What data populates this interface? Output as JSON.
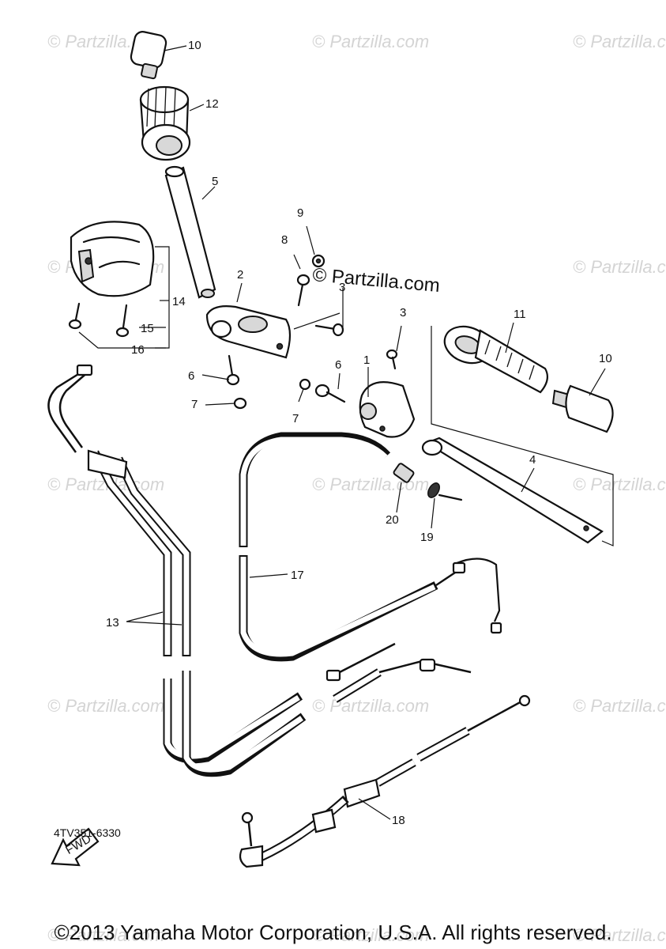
{
  "watermark": {
    "text": "© Partzilla.com",
    "brand_text": "© Partzilla.com"
  },
  "diagram": {
    "code": "4TV351-6330",
    "fwd_label": "FWD",
    "callouts": {
      "c1": "1",
      "c2": "2",
      "c3a": "3",
      "c3b": "3",
      "c4": "4",
      "c5": "5",
      "c6a": "6",
      "c6b": "6",
      "c7a": "7",
      "c7b": "7",
      "c8": "8",
      "c9": "9",
      "c10a": "10",
      "c10b": "10",
      "c11": "11",
      "c12": "12",
      "c13": "13",
      "c14": "14",
      "c15": "15",
      "c16": "16",
      "c17": "17",
      "c18": "18",
      "c19": "19",
      "c20": "20"
    }
  },
  "footer": {
    "copyright": "©2013 Yamaha Motor Corporation, U.S.A. All rights reserved."
  }
}
